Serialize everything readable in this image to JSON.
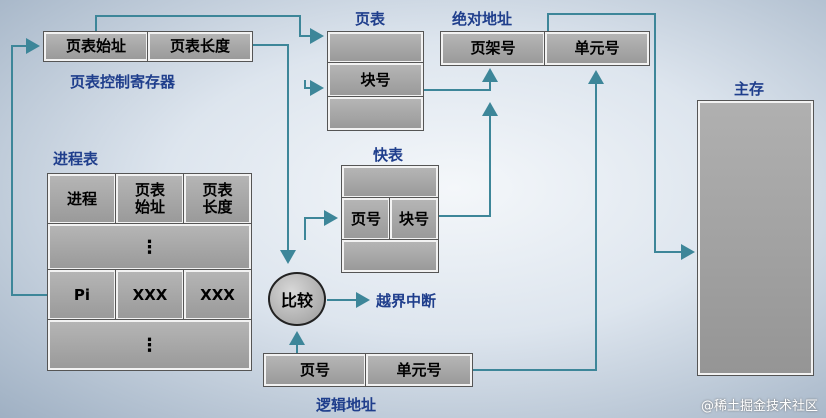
{
  "pcr": {
    "start_label": "页表始址",
    "length_label": "页表长度",
    "caption": "页表控制寄存器"
  },
  "process_table": {
    "title": "进程表",
    "headers": [
      "进程",
      "页表\n始址",
      "页表\n长度"
    ],
    "ellipsis_top": "⋮",
    "row": [
      "Pi",
      "XXX",
      "XXX"
    ],
    "ellipsis_bottom": "⋮"
  },
  "page_table": {
    "title": "页表",
    "block_label": "块号"
  },
  "tlb": {
    "title": "快表",
    "page_label": "页号",
    "block_label": "块号"
  },
  "physical_address": {
    "title": "绝对地址",
    "frame_label": "页架号",
    "unit_label": "单元号"
  },
  "compare": {
    "label": "比较",
    "out_of_bounds": "越界中断"
  },
  "logical_address": {
    "page_label": "页号",
    "unit_label": "单元号",
    "caption": "逻辑地址"
  },
  "memory": {
    "title": "主存"
  },
  "watermark": "@稀土掘金技术社区",
  "colors": {
    "arrow": "#3d8699",
    "label": "#1f3e8c",
    "cell": "#a9a9a9"
  }
}
